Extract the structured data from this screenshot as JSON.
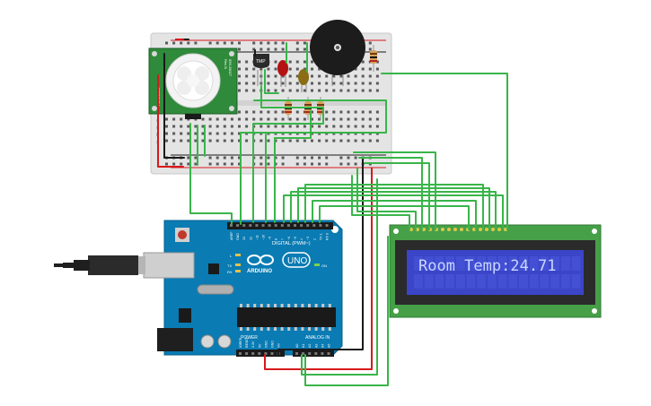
{
  "lcd": {
    "text": "Room Temp:24.71",
    "bg": "#3a45c8",
    "pcb": "#46a047"
  },
  "arduino": {
    "board_color": "#0a7bb3",
    "logo": "ARDUINO",
    "model": "UNO",
    "on_label": "ON",
    "tx_label": "TX",
    "rx_label": "RX",
    "l_label": "L",
    "digital_label": "DIGITAL (PWM~)",
    "analog_label": "ANALOG IN",
    "power_label": "POWER",
    "digital_pins": [
      "AREF",
      "GND",
      "13",
      "12",
      "~11",
      "~10",
      "~9",
      "8",
      "7",
      "~6",
      "~5",
      "4",
      "~3",
      "2",
      "TX 1",
      "RX 0"
    ],
    "power_pins": [
      "IOREF",
      "RESET",
      "3.3V",
      "5V",
      "GND",
      "GND",
      "Vin"
    ],
    "analog_pins": [
      "A0",
      "A1",
      "A2",
      "A3",
      "A4",
      "A5"
    ]
  },
  "breadboard": {
    "pir_text_left": "PARALLAX",
    "pir_text_right": "555-28027",
    "pir_rev": "Rev B",
    "tmp_label": "TMP",
    "row_letters_top": [
      "j",
      "i",
      "h",
      "g",
      "f"
    ],
    "row_letters_bottom": [
      "e",
      "d",
      "c",
      "b",
      "a"
    ]
  },
  "wires": {
    "green": "#39b54a",
    "red": "#d7191c",
    "black": "#1a1a1a"
  }
}
